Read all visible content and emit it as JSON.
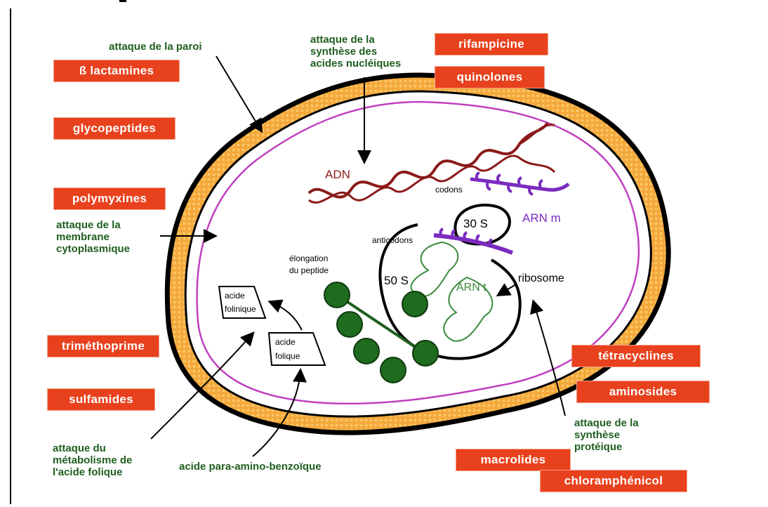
{
  "drugs": {
    "beta_lactams": "ß lactamines",
    "glycopeptides": "glycopeptides",
    "polymyxins": "polymyxines",
    "trimethoprim": "triméthoprime",
    "sulfamides": "sulfamides",
    "rifampicin": "rifampicine",
    "quinolones": "quinolones",
    "tetracyclines": "tétracyclines",
    "aminosides": "aminosides",
    "macrolides": "macrolides",
    "chloramphenicol": "chloramphénicol"
  },
  "notes": {
    "wall": "attaque de la paroi",
    "nucleic_1": "attaque de la",
    "nucleic_2": "synthèse des",
    "nucleic_3": "acides nucléiques",
    "membrane_1": "attaque de la",
    "membrane_2": "membrane",
    "membrane_3": "cytoplasmique",
    "folic_1": "attaque du",
    "folic_2": "métabolisme de",
    "folic_3": "l'acide folique",
    "paba": "acide para-amino-benzoïque",
    "protein_1": "attaque de la",
    "protein_2": "synthèse",
    "protein_3": "protéique"
  },
  "labels": {
    "adn": "ADN",
    "codons": "codons",
    "arn_m": "ARN m",
    "s30": "30 S",
    "anticodons": "anticodons",
    "elongation_1": "élongation",
    "elongation_2": "du peptide",
    "s50": "50 S",
    "arn_t": "ARN t",
    "ribosome": "ribosome",
    "folinique_1": "acide",
    "folinique_2": "folinique",
    "folique_1": "acide",
    "folique_2": "folique"
  },
  "colors": {
    "drug_box": "#e8411d",
    "note_text": "#1f5e1f",
    "wall_fill": "#f4a83a",
    "membrane": "#c040c0",
    "dna": "#8b1a1a",
    "mrna": "#7b2bbf",
    "trna": "#3a8a3a",
    "peptide": "#1f5e1f"
  }
}
